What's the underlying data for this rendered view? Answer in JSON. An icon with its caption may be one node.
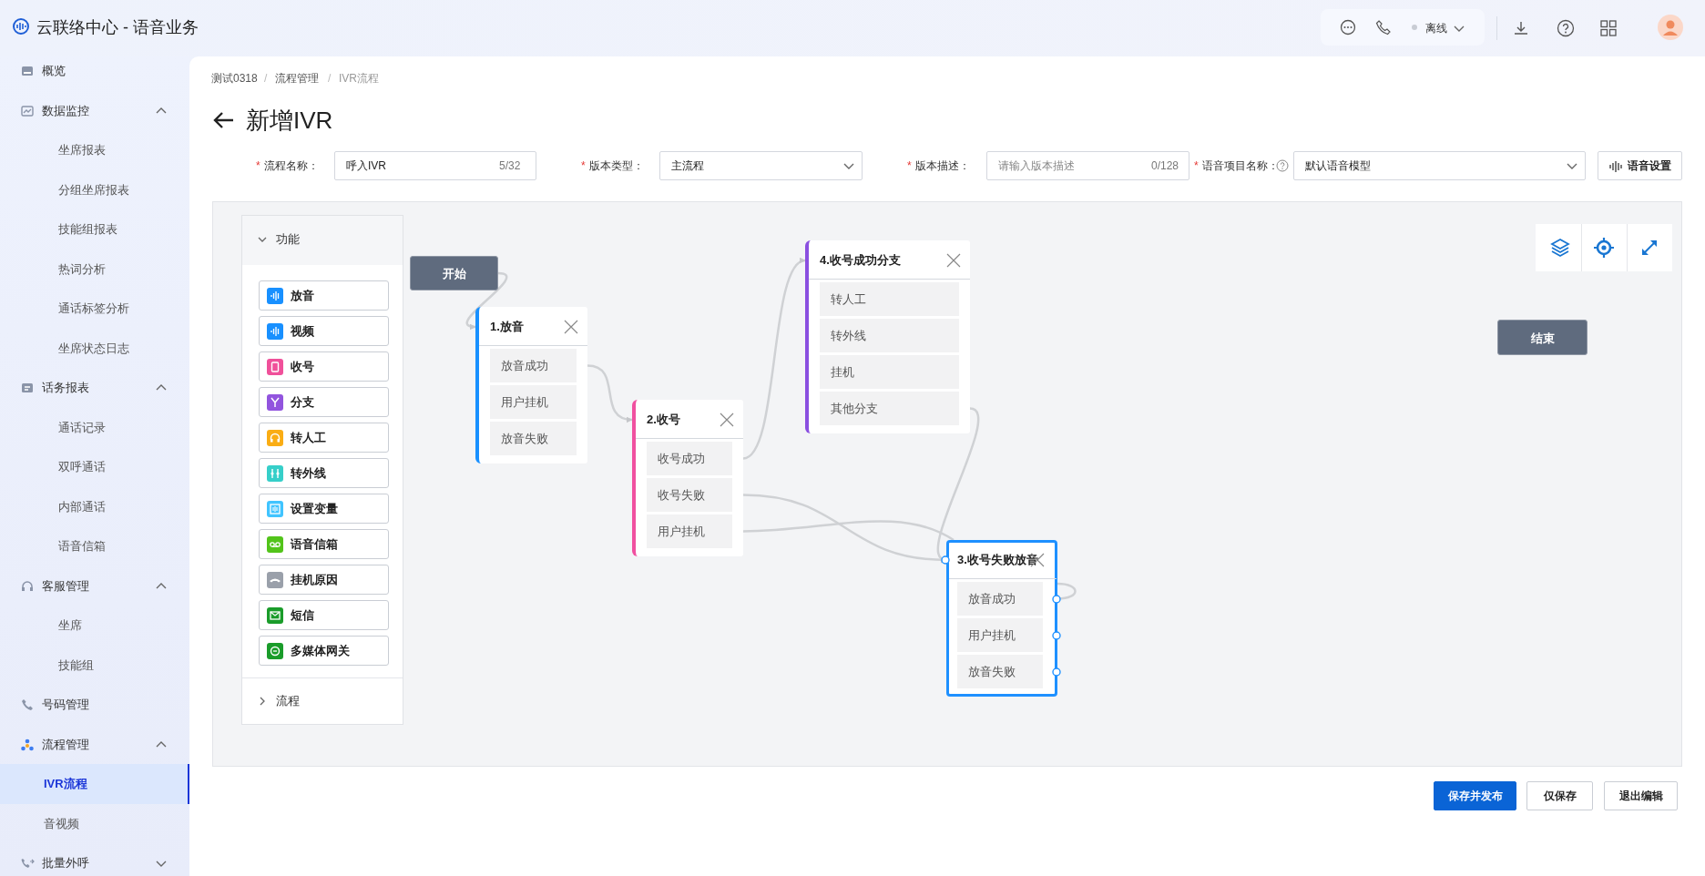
{
  "diagram": {
    "title": "新增IVR",
    "nodes": [
      {
        "text": [
          "开始"
        ]
      },
      {
        "text": [
          "1.放音"
        ]
      },
      {
        "text": [
          "放音成功"
        ],
        "in": 1
      },
      {
        "text": [
          "用户挂机"
        ],
        "in": 1
      },
      {
        "text": [
          "放音失败"
        ],
        "in": 1
      },
      {
        "text": [
          "2.收号"
        ]
      },
      {
        "text": [
          "收号成功"
        ],
        "in": 5
      },
      {
        "text": [
          "收号失败"
        ],
        "in": 5
      },
      {
        "text": [
          "用户挂机"
        ],
        "in": 5
      },
      {
        "text": [
          "4.收号成功分支"
        ]
      },
      {
        "text": [
          "转人工"
        ],
        "in": 9
      },
      {
        "text": [
          "转外线"
        ],
        "in": 9
      },
      {
        "text": [
          "挂机"
        ],
        "in": 9
      },
      {
        "text": [
          "其他分支"
        ],
        "in": 9
      },
      {
        "text": [
          "3.收号失败放音"
        ]
      },
      {
        "text": [
          "放音成功"
        ],
        "in": 14
      },
      {
        "text": [
          "用户挂机"
        ],
        "in": 14
      },
      {
        "text": [
          "放音失败"
        ],
        "in": 14
      },
      {
        "text": [
          "结束"
        ]
      }
    ],
    "edges": [
      {
        "from": 0,
        "to": 1,
        "arrow": "to"
      },
      {
        "from": 2,
        "to": 5,
        "arrow": "to"
      },
      {
        "from": 6,
        "to": 9,
        "arrow": "to"
      },
      {
        "from": 7,
        "to": 14,
        "arrow": "to"
      },
      {
        "from": 8,
        "to": 14,
        "arrow": "none"
      },
      {
        "from": 13,
        "to": 14,
        "arrow": "to"
      },
      {
        "from": 15,
        "to": 14,
        "arrow": "none"
      }
    ],
    "labels": [
      "云联络中心 - 语音业务",
      "离线",
      "概览",
      "数据监控",
      "坐席报表",
      "分组坐席报表",
      "技能组报表",
      "热词分析",
      "通话标签分析",
      "坐席状态日志",
      "话务报表",
      "通话记录",
      "双呼通话",
      "内部通话",
      "语音信箱",
      "客服管理",
      "坐席",
      "技能组",
      "号码管理",
      "流程管理",
      "IVR流程",
      "音视频",
      "批量外呼",
      "测试0318",
      "/",
      "流程管理",
      "/",
      "IVR流程",
      "*",
      "流程名称：",
      "呼入IVR",
      "5/32",
      "*",
      "版本类型：",
      "主流程",
      "*",
      "版本描述：",
      "请输入版本描述",
      "0/128",
      "*",
      "语音项目名称：",
      "默认语音模型",
      "语音设置",
      "功能",
      "放音",
      "视频",
      "收号",
      "分支",
      "转人工",
      "转外线",
      "设置变量",
      "语音信箱",
      "挂机原因",
      "短信",
      "多媒体网关",
      "流程",
      "保存并发布",
      "仅保存",
      "退出编辑"
    ]
  }
}
